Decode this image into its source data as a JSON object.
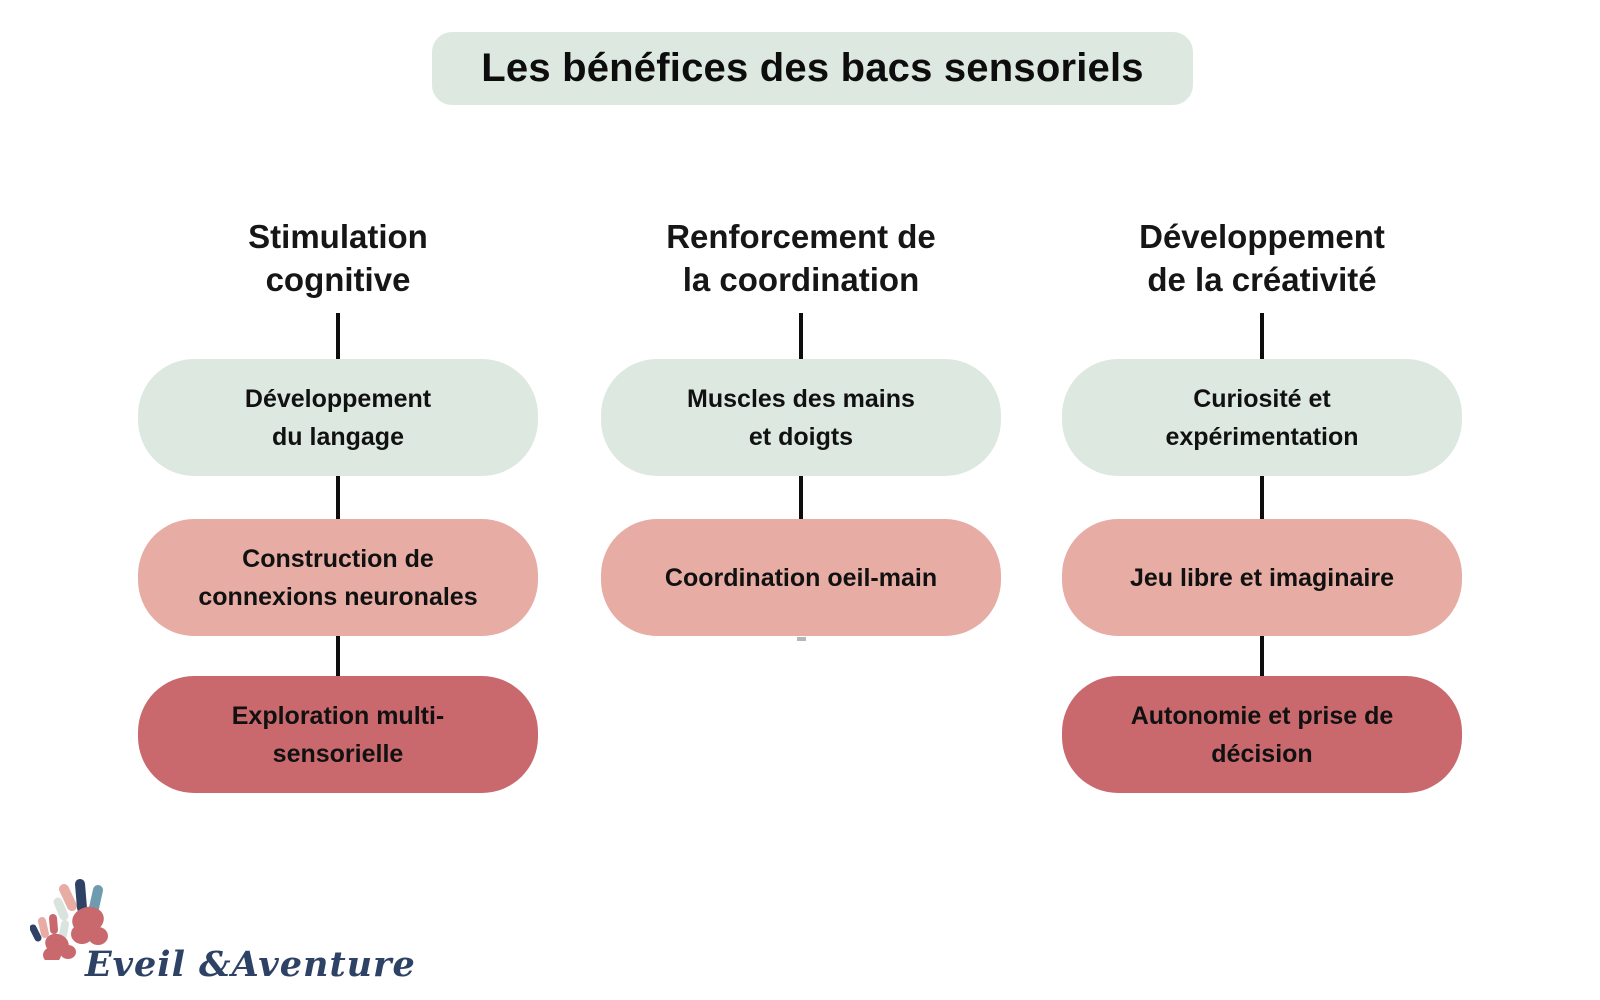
{
  "title": {
    "text": "Les bénéfices des bacs sensoriels"
  },
  "columns": [
    {
      "heading": "Stimulation cognitive",
      "heading_lines": [
        "Stimulation",
        "cognitive"
      ],
      "boxes": [
        {
          "text": "Développement du langage",
          "lines": [
            "Développement",
            "du langage"
          ],
          "color": "sage"
        },
        {
          "text": "Construction de connexions neuronales",
          "lines": [
            "Construction de",
            "connexions neuronales"
          ],
          "color": "pink"
        },
        {
          "text": "Exploration multi-sensorielle",
          "lines": [
            "Exploration multi-",
            "sensorielle"
          ],
          "color": "red"
        }
      ]
    },
    {
      "heading": "Renforcement de la coordination",
      "heading_lines": [
        "Renforcement de",
        "la coordination"
      ],
      "boxes": [
        {
          "text": "Muscles des mains et doigts",
          "lines": [
            "Muscles des mains",
            "et doigts"
          ],
          "color": "sage"
        },
        {
          "text": "Coordination oeil-main",
          "lines": [
            "Coordination oeil-main"
          ],
          "color": "pink"
        }
      ]
    },
    {
      "heading": "Développement de la créativité",
      "heading_lines": [
        "Développement",
        "de la créativité"
      ],
      "boxes": [
        {
          "text": "Curiosité et expérimentation",
          "lines": [
            "Curiosité et",
            "expérimentation"
          ],
          "color": "sage"
        },
        {
          "text": "Jeu libre et imaginaire",
          "lines": [
            "Jeu libre et imaginaire"
          ],
          "color": "pink"
        },
        {
          "text": "Autonomie et prise de décision",
          "lines": [
            "Autonomie et prise de",
            "décision"
          ],
          "color": "red"
        }
      ]
    }
  ],
  "logo": {
    "text": "Eveil &Aventure",
    "icon": "handprints-logo-icon"
  },
  "colors": {
    "sage": "#dde8e1",
    "pink": "#e7aca4",
    "red": "#c9696d",
    "navy": "#2e4266",
    "steel": "#6f9bb0",
    "pale_finger": "#d9e4df",
    "ink": "#111111"
  }
}
